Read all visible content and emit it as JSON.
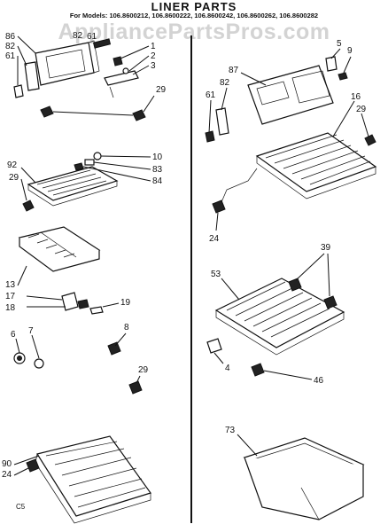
{
  "header": {
    "title": "LINER PARTS",
    "models": "For Models: 106.8600212, 106.8600222, 106.8600242, 106.8600262, 106.8600282",
    "watermark": "AppliancePartsPros.com"
  },
  "footer_code": "C5",
  "callouts": {
    "n1": "1",
    "n2": "2",
    "n3": "3",
    "n4": "4",
    "n5": "5",
    "n6": "6",
    "n7": "7",
    "n8": "8",
    "n9": "9",
    "n10": "10",
    "n13": "13",
    "n16": "16",
    "n17": "17",
    "n18": "18",
    "n19": "19",
    "n24a": "24",
    "n24b": "24",
    "n29a": "29",
    "n29b": "29",
    "n29c": "29",
    "n29d": "29",
    "n39": "39",
    "n46": "46",
    "n53": "53",
    "n61a": "61",
    "n61b": "61",
    "n61c": "61",
    "n73": "73",
    "n82a": "82",
    "n82b": "82",
    "n82c": "82",
    "n83": "83",
    "n84": "84",
    "n86": "86",
    "n87": "87",
    "n90": "90",
    "n92": "92"
  }
}
